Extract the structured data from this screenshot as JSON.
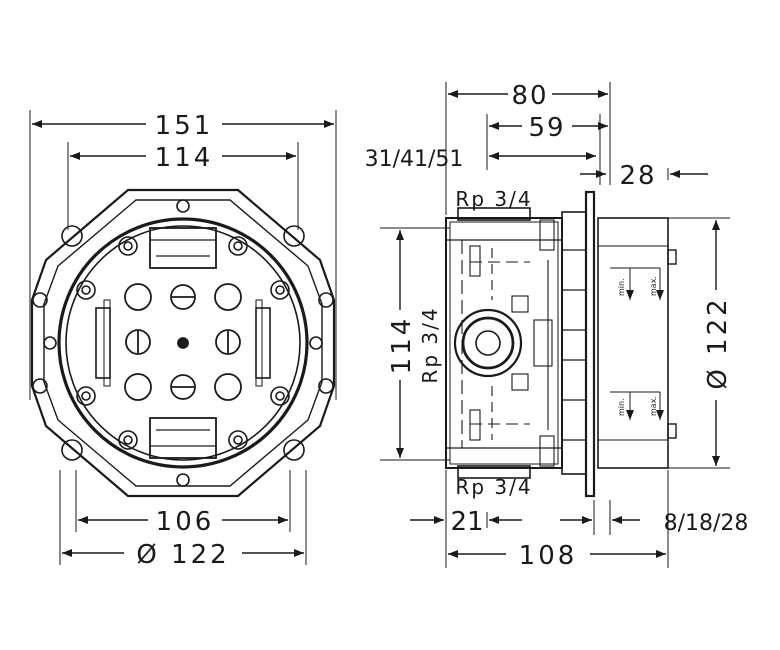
{
  "front_view": {
    "dim_outer_width": "151",
    "dim_inner_width": "114",
    "dim_bottom_width": "106",
    "dim_bottom_diameter": "Ø 122"
  },
  "side_view": {
    "dim_total": "80",
    "dim_59": "59",
    "dim_depths": "31/41/51",
    "dim_28": "28",
    "dim_height_114": "114",
    "thread_side": "Rp 3/4",
    "thread_top": "Rp 3/4",
    "thread_bottom": "Rp 3/4",
    "dim_diameter_122": "Ø 122",
    "dim_21": "21",
    "dim_108": "108",
    "dim_plaster": "8/18/28",
    "label_min": "min.",
    "label_max": "max."
  }
}
